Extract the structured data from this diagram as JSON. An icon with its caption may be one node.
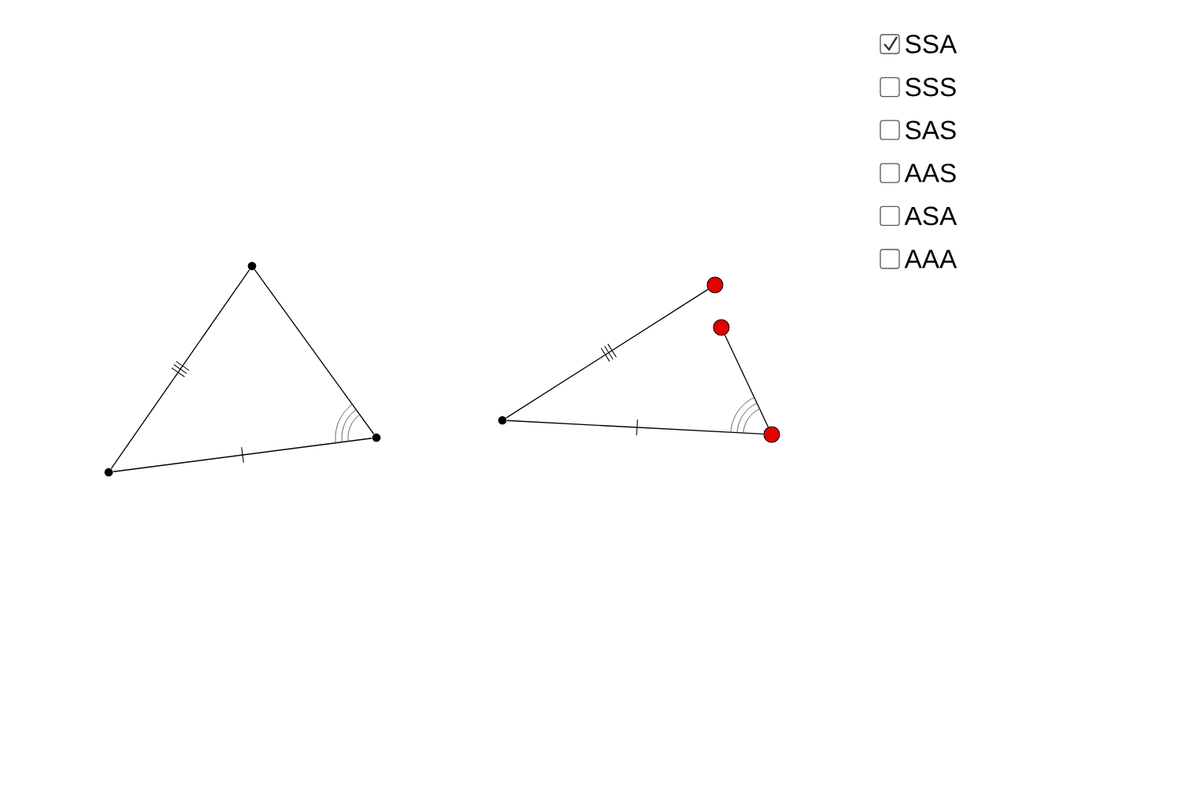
{
  "diagram": {
    "nodes": [
      {
        "text": [],
        "shape": "circle"
      },
      {
        "text": [],
        "shape": "circle"
      },
      {
        "text": [],
        "shape": "circle"
      },
      {
        "text": [],
        "shape": "circle"
      },
      {
        "text": [],
        "shape": "circle"
      },
      {
        "text": [],
        "shape": "circle"
      },
      {
        "text": [],
        "shape": "circle"
      }
    ],
    "edges": [
      {
        "from": 0,
        "to": 1,
        "arrow": "none"
      },
      {
        "from": 1,
        "to": 2,
        "arrow": "none"
      },
      {
        "from": 0,
        "to": 2,
        "arrow": "none"
      },
      {
        "from": 3,
        "to": 4,
        "arrow": "none"
      },
      {
        "from": 5,
        "to": 6,
        "arrow": "none"
      },
      {
        "from": 3,
        "to": 6,
        "arrow": "none"
      }
    ],
    "labels": [
      "SSA",
      "SSS",
      "SAS",
      "AAS",
      "ASA",
      "AAA"
    ]
  }
}
